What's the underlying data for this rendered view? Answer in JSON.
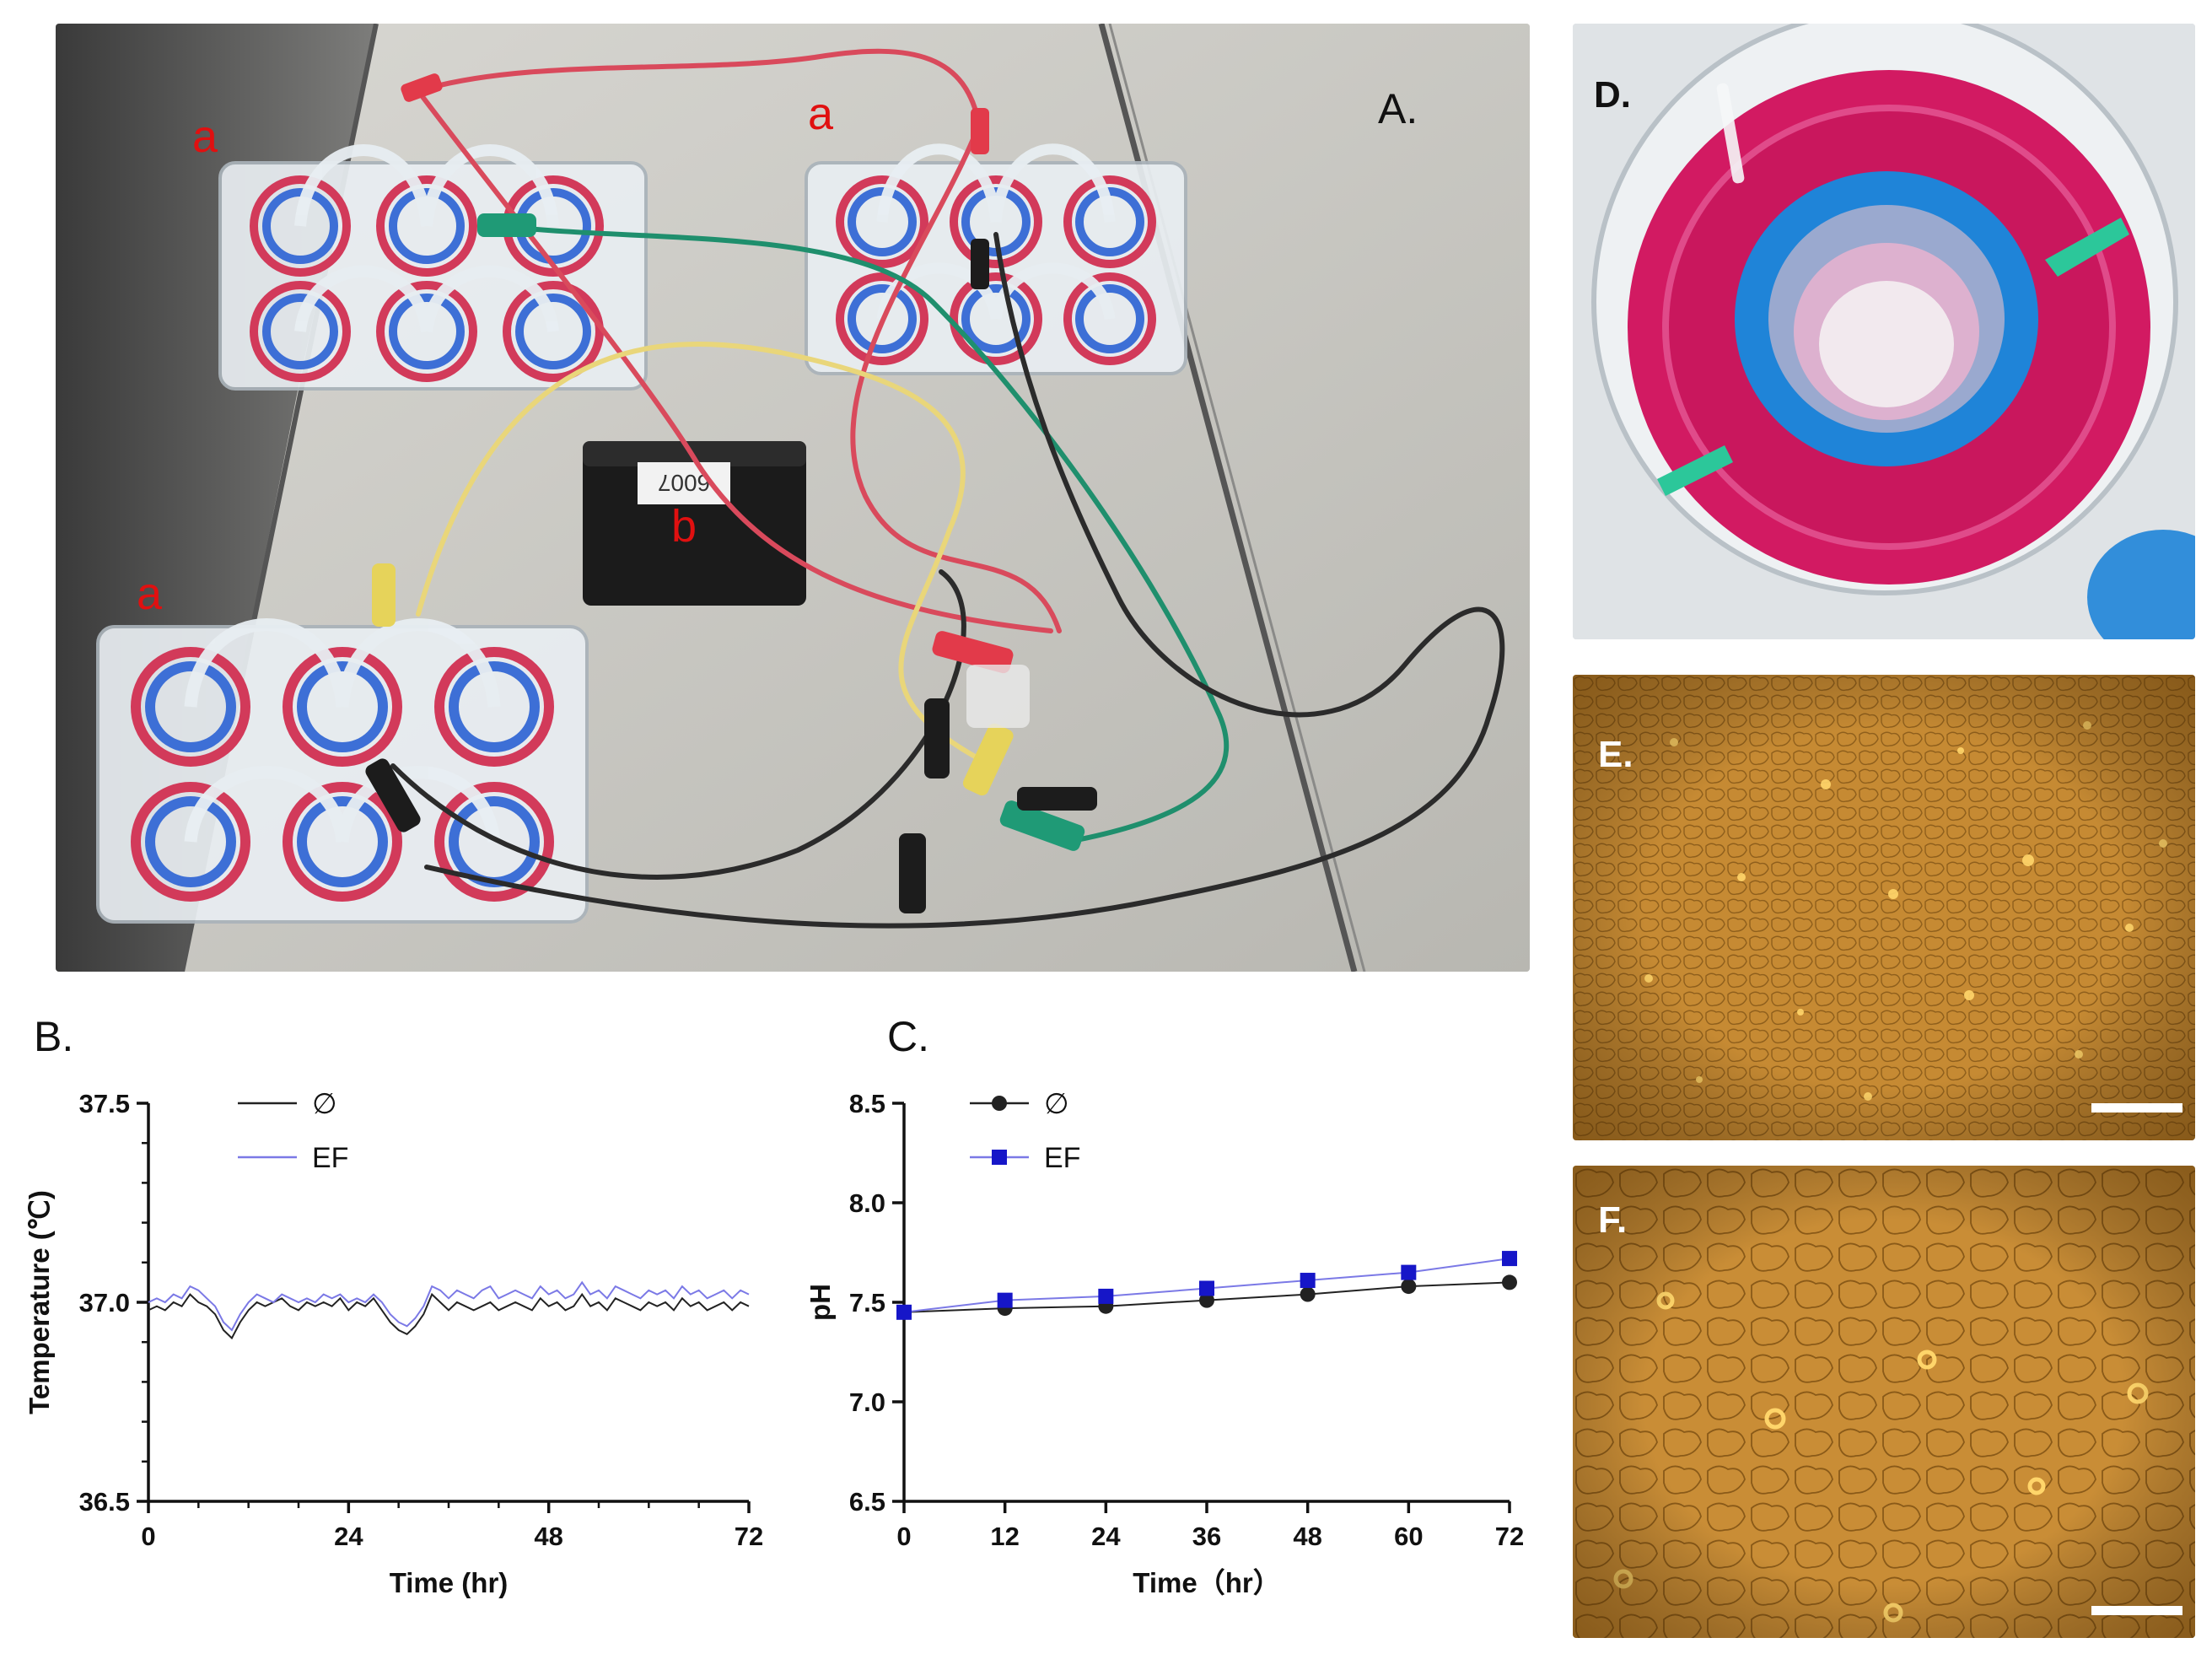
{
  "panels": {
    "a": {
      "label": "A.",
      "markers": [
        "a",
        "a",
        "a",
        "b"
      ],
      "device_tag": "6007"
    },
    "b": {
      "label": "B."
    },
    "c": {
      "label": "C."
    },
    "d": {
      "label": "D."
    },
    "e": {
      "label": "E."
    },
    "f": {
      "label": "F."
    }
  },
  "colors": {
    "control": "#222222",
    "ef_line": "#7b79e6",
    "ef_marker": "#1616c8",
    "red_marker": "#e01010",
    "micro_bg": "#c88a2e"
  },
  "chart_data": [
    {
      "id": "temperature",
      "type": "line",
      "xlabel": "Time (hr)",
      "ylabel": "Temperature (℃)",
      "xlim": [
        0,
        72
      ],
      "ylim": [
        36.5,
        37.5
      ],
      "xticks": [
        0,
        24,
        48,
        72
      ],
      "yticks": [
        36.5,
        37.0,
        37.5
      ],
      "ytick_labels": [
        "36.5",
        "37.0",
        "37.5"
      ],
      "legend_position": "top-left",
      "grid": false,
      "x": [
        0,
        1,
        2,
        3,
        4,
        5,
        6,
        7,
        8,
        9,
        10,
        11,
        12,
        13,
        14,
        15,
        16,
        17,
        18,
        19,
        20,
        21,
        22,
        23,
        24,
        25,
        26,
        27,
        28,
        29,
        30,
        31,
        32,
        33,
        34,
        35,
        36,
        37,
        38,
        39,
        40,
        41,
        42,
        43,
        44,
        45,
        46,
        47,
        48,
        49,
        50,
        51,
        52,
        53,
        54,
        55,
        56,
        57,
        58,
        59,
        60,
        61,
        62,
        63,
        64,
        65,
        66,
        67,
        68,
        69,
        70,
        71,
        72
      ],
      "series": [
        {
          "name": "∅",
          "color": "#222222",
          "values": [
            36.98,
            36.99,
            36.98,
            37.0,
            36.99,
            37.02,
            37.0,
            36.99,
            36.97,
            36.93,
            36.91,
            36.95,
            36.98,
            37.0,
            36.99,
            37.0,
            37.01,
            36.99,
            36.98,
            37.0,
            36.99,
            37.0,
            36.99,
            37.01,
            36.98,
            37.0,
            36.99,
            37.01,
            36.98,
            36.95,
            36.93,
            36.92,
            36.94,
            36.97,
            37.02,
            37.0,
            36.98,
            37.0,
            36.99,
            36.98,
            36.99,
            37.0,
            36.98,
            36.99,
            37.0,
            36.99,
            36.98,
            37.01,
            36.99,
            37.0,
            36.98,
            36.99,
            37.02,
            36.99,
            37.0,
            36.98,
            37.01,
            37.0,
            36.99,
            36.98,
            37.0,
            36.99,
            37.0,
            36.98,
            37.01,
            36.99,
            37.0,
            36.98,
            36.99,
            37.0,
            36.98,
            37.0,
            36.99
          ]
        },
        {
          "name": "EF",
          "color": "#7b79e6",
          "values": [
            37.0,
            37.01,
            37.0,
            37.02,
            37.01,
            37.04,
            37.03,
            37.01,
            36.99,
            36.95,
            36.93,
            36.97,
            37.0,
            37.02,
            37.01,
            37.0,
            37.02,
            37.01,
            37.0,
            37.01,
            37.0,
            37.02,
            37.01,
            37.02,
            37.0,
            37.01,
            37.0,
            37.02,
            37.0,
            36.97,
            36.95,
            36.94,
            36.96,
            36.99,
            37.04,
            37.03,
            37.01,
            37.03,
            37.02,
            37.01,
            37.03,
            37.04,
            37.01,
            37.02,
            37.03,
            37.02,
            37.01,
            37.04,
            37.02,
            37.03,
            37.01,
            37.02,
            37.05,
            37.02,
            37.03,
            37.01,
            37.04,
            37.03,
            37.02,
            37.01,
            37.03,
            37.02,
            37.03,
            37.01,
            37.04,
            37.02,
            37.03,
            37.01,
            37.02,
            37.03,
            37.01,
            37.03,
            37.02
          ]
        }
      ]
    },
    {
      "id": "ph",
      "type": "line",
      "xlabel": "Time（hr）",
      "ylabel": "pH",
      "xlim": [
        0,
        72
      ],
      "ylim": [
        6.5,
        8.5
      ],
      "xticks": [
        0,
        12,
        24,
        36,
        48,
        60,
        72
      ],
      "yticks": [
        6.5,
        7.0,
        7.5,
        8.0,
        8.5
      ],
      "ytick_labels": [
        "6.5",
        "7.0",
        "7.5",
        "8.0",
        "8.5"
      ],
      "legend_position": "top-left",
      "grid": false,
      "x": [
        0,
        12,
        24,
        36,
        48,
        60,
        72
      ],
      "series": [
        {
          "name": "∅",
          "color": "#222222",
          "marker": "circle",
          "values": [
            7.45,
            7.47,
            7.48,
            7.51,
            7.54,
            7.58,
            7.6
          ]
        },
        {
          "name": "EF",
          "color": "#7b79e6",
          "marker_color": "#1616c8",
          "marker": "square",
          "values": [
            7.45,
            7.51,
            7.53,
            7.57,
            7.61,
            7.65,
            7.72
          ]
        }
      ]
    }
  ]
}
